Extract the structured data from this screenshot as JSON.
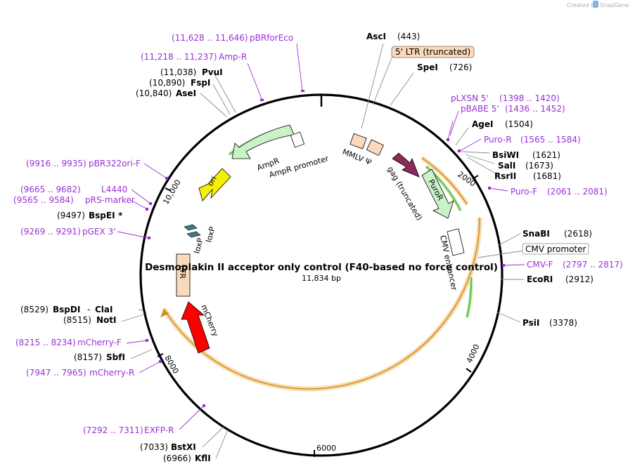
{
  "header": {
    "credit_prefix": "Created by",
    "credit_brand": "SnapGene"
  },
  "map": {
    "title": "Desmoplakin II acceptor only control (F40-based no force control)",
    "size": "11,834 bp",
    "ticks": [
      "2000",
      "4000",
      "6000",
      "8000",
      "10,000"
    ]
  },
  "enzymes": [
    {
      "name": "AscI",
      "pos": "(443)"
    },
    {
      "name": "SpeI",
      "pos": "(726)"
    },
    {
      "name": "AgeI",
      "pos": "(1504)"
    },
    {
      "name": "BsiWI",
      "pos": "(1621)"
    },
    {
      "name": "SalI",
      "pos": "(1673)"
    },
    {
      "name": "RsrII",
      "pos": "(1681)"
    },
    {
      "name": "SnaBI",
      "pos": "(2618)"
    },
    {
      "name": "EcoRI",
      "pos": "(2912)"
    },
    {
      "name": "PsiI",
      "pos": "(3378)"
    },
    {
      "name": "BstXI",
      "pos": "(7033)"
    },
    {
      "name": "KflI",
      "pos": "(6966)"
    },
    {
      "name": "SbfI",
      "pos": "(8157)"
    },
    {
      "name": "NotI",
      "pos": "(8515)"
    },
    {
      "name": "BspDI",
      "pos": "(8529)"
    },
    {
      "name": "ClaI",
      "pos": ""
    },
    {
      "name": "BspEI",
      "pos": "(9497)"
    },
    {
      "name": "AseI",
      "pos": "(10,840)"
    },
    {
      "name": "FspI",
      "pos": "(10,890)"
    },
    {
      "name": "PvuI",
      "pos": "(11,038)"
    }
  ],
  "primers": [
    {
      "name": "pBRforEco",
      "range": "(11,628 .. 11,646)"
    },
    {
      "name": "Amp-R",
      "range": "(11,218 .. 11,237)"
    },
    {
      "name": "pLXSN 5'",
      "range": "(1398 .. 1420)"
    },
    {
      "name": "pBABE 5'",
      "range": "(1436 .. 1452)"
    },
    {
      "name": "Puro-R",
      "range": "(1565 .. 1584)"
    },
    {
      "name": "Puro-F",
      "range": "(2061 .. 2081)"
    },
    {
      "name": "CMV-F",
      "range": "(2797 .. 2817)"
    },
    {
      "name": "pBR322ori-F",
      "range": "(9916 .. 9935)"
    },
    {
      "name": "L4440",
      "range": "(9665 .. 9682)"
    },
    {
      "name": "pRS-marker",
      "range": "(9565 .. 9584)"
    },
    {
      "name": "pGEX 3'",
      "range": "(9269 .. 9291)"
    },
    {
      "name": "mCherry-F",
      "range": "(8215 .. 8234)"
    },
    {
      "name": "mCherry-R",
      "range": "(7947 .. 7965)"
    },
    {
      "name": "EXFP-R",
      "range": "(7292 .. 7311)"
    }
  ],
  "features": {
    "ltr5_box": "5' LTR (truncated)",
    "cmv_box": "CMV promoter",
    "mmlv": "MMLV Ψ",
    "gag": "gag (truncated)",
    "puror": "PuroR",
    "cmv_enh": "CMV enhancer",
    "ampr": "AmpR",
    "ampr_prom": "AmpR promoter",
    "ori": "ori",
    "loxp1": "loxP",
    "loxp2": "loxP",
    "ltr": "LTR",
    "mcherry": "mCherry",
    "bspei_mark": "*",
    "dash": "-"
  },
  "colors": {
    "backbone": "#000000",
    "primer": "#9a2fd6",
    "ampr": "#c9f2c9",
    "ori": "#f5f000",
    "mcherry": "#ff0000",
    "gag": "#8b2a5b",
    "puror": "#c9f2c9",
    "ltr": "#fbd9bd",
    "orf_orange": "#f0a830",
    "orf_green": "#52b52a",
    "loxp": "#3c7c8c"
  }
}
